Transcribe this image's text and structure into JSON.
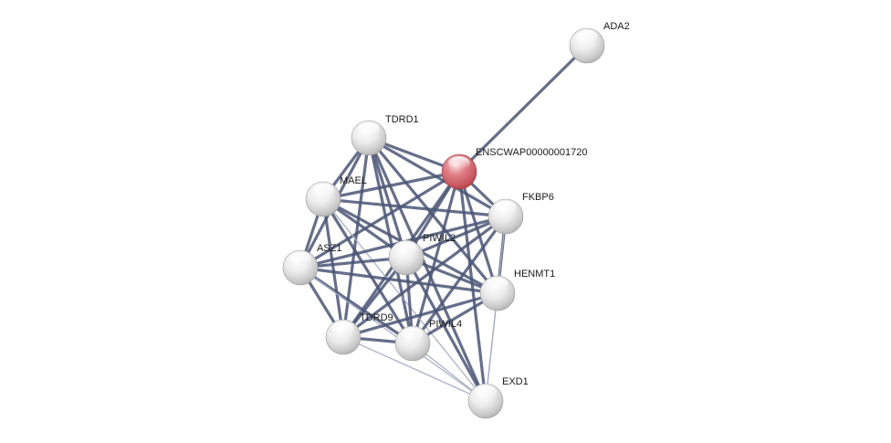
{
  "network": {
    "query_node": "ENSCWAP00000001720",
    "colors": {
      "query_node": "#d9636b",
      "partner_node": "#e6e6e6",
      "edge_strong": "#4a5575",
      "edge_weak": "#a9aec4"
    },
    "nodes": [
      {
        "id": "ADA2",
        "label": "ADA2",
        "type": "partner"
      },
      {
        "id": "TDRD1",
        "label": "TDRD1",
        "type": "partner"
      },
      {
        "id": "ENSCWAP00000001720",
        "label": "ENSCWAP00000001720",
        "type": "query"
      },
      {
        "id": "MAEL",
        "label": "MAEL",
        "type": "partner"
      },
      {
        "id": "FKBP6",
        "label": "FKBP6",
        "type": "partner"
      },
      {
        "id": "PIWIL2",
        "label": "PIWIL2",
        "type": "partner"
      },
      {
        "id": "ASZ1",
        "label": "ASZ1",
        "type": "partner"
      },
      {
        "id": "HENMT1",
        "label": "HENMT1",
        "type": "partner"
      },
      {
        "id": "TDRD9",
        "label": "TDRD9",
        "type": "partner"
      },
      {
        "id": "PIWIL4",
        "label": "PIWIL4",
        "type": "partner"
      },
      {
        "id": "EXD1",
        "label": "EXD1",
        "type": "partner"
      }
    ],
    "edges": [
      {
        "source": "ENSCWAP00000001720",
        "target": "ADA2",
        "strength": "strong"
      },
      {
        "source": "ENSCWAP00000001720",
        "target": "TDRD1",
        "strength": "strong"
      },
      {
        "source": "ENSCWAP00000001720",
        "target": "MAEL",
        "strength": "strong"
      },
      {
        "source": "ENSCWAP00000001720",
        "target": "FKBP6",
        "strength": "strong"
      },
      {
        "source": "ENSCWAP00000001720",
        "target": "PIWIL2",
        "strength": "strong"
      },
      {
        "source": "ENSCWAP00000001720",
        "target": "ASZ1",
        "strength": "strong"
      },
      {
        "source": "ENSCWAP00000001720",
        "target": "HENMT1",
        "strength": "strong"
      },
      {
        "source": "ENSCWAP00000001720",
        "target": "TDRD9",
        "strength": "strong"
      },
      {
        "source": "ENSCWAP00000001720",
        "target": "PIWIL4",
        "strength": "strong"
      },
      {
        "source": "ENSCWAP00000001720",
        "target": "EXD1",
        "strength": "strong"
      },
      {
        "source": "TDRD1",
        "target": "MAEL",
        "strength": "strong"
      },
      {
        "source": "TDRD1",
        "target": "ASZ1",
        "strength": "strong"
      },
      {
        "source": "TDRD1",
        "target": "PIWIL2",
        "strength": "strong"
      },
      {
        "source": "TDRD1",
        "target": "TDRD9",
        "strength": "strong"
      },
      {
        "source": "TDRD1",
        "target": "PIWIL4",
        "strength": "strong"
      },
      {
        "source": "TDRD1",
        "target": "HENMT1",
        "strength": "strong"
      },
      {
        "source": "TDRD1",
        "target": "FKBP6",
        "strength": "strong"
      },
      {
        "source": "TDRD1",
        "target": "EXD1",
        "strength": "strong"
      },
      {
        "source": "MAEL",
        "target": "ASZ1",
        "strength": "strong"
      },
      {
        "source": "MAEL",
        "target": "PIWIL2",
        "strength": "strong"
      },
      {
        "source": "MAEL",
        "target": "TDRD9",
        "strength": "strong"
      },
      {
        "source": "MAEL",
        "target": "PIWIL4",
        "strength": "strong"
      },
      {
        "source": "MAEL",
        "target": "HENMT1",
        "strength": "strong"
      },
      {
        "source": "MAEL",
        "target": "FKBP6",
        "strength": "strong"
      },
      {
        "source": "MAEL",
        "target": "EXD1",
        "strength": "weak"
      },
      {
        "source": "ASZ1",
        "target": "PIWIL2",
        "strength": "strong"
      },
      {
        "source": "ASZ1",
        "target": "TDRD9",
        "strength": "strong"
      },
      {
        "source": "ASZ1",
        "target": "PIWIL4",
        "strength": "strong"
      },
      {
        "source": "ASZ1",
        "target": "HENMT1",
        "strength": "strong"
      },
      {
        "source": "ASZ1",
        "target": "FKBP6",
        "strength": "strong"
      },
      {
        "source": "ASZ1",
        "target": "EXD1",
        "strength": "weak"
      },
      {
        "source": "PIWIL2",
        "target": "TDRD9",
        "strength": "strong"
      },
      {
        "source": "PIWIL2",
        "target": "PIWIL4",
        "strength": "strong"
      },
      {
        "source": "PIWIL2",
        "target": "HENMT1",
        "strength": "strong"
      },
      {
        "source": "PIWIL2",
        "target": "FKBP6",
        "strength": "strong"
      },
      {
        "source": "PIWIL2",
        "target": "EXD1",
        "strength": "strong"
      },
      {
        "source": "TDRD9",
        "target": "PIWIL4",
        "strength": "strong"
      },
      {
        "source": "TDRD9",
        "target": "HENMT1",
        "strength": "strong"
      },
      {
        "source": "TDRD9",
        "target": "FKBP6",
        "strength": "strong"
      },
      {
        "source": "TDRD9",
        "target": "EXD1",
        "strength": "weak"
      },
      {
        "source": "PIWIL4",
        "target": "HENMT1",
        "strength": "strong"
      },
      {
        "source": "PIWIL4",
        "target": "FKBP6",
        "strength": "strong"
      },
      {
        "source": "PIWIL4",
        "target": "EXD1",
        "strength": "weak"
      },
      {
        "source": "HENMT1",
        "target": "FKBP6",
        "strength": "strong"
      },
      {
        "source": "HENMT1",
        "target": "EXD1",
        "strength": "weak"
      },
      {
        "source": "FKBP6",
        "target": "EXD1",
        "strength": "weak"
      }
    ]
  }
}
